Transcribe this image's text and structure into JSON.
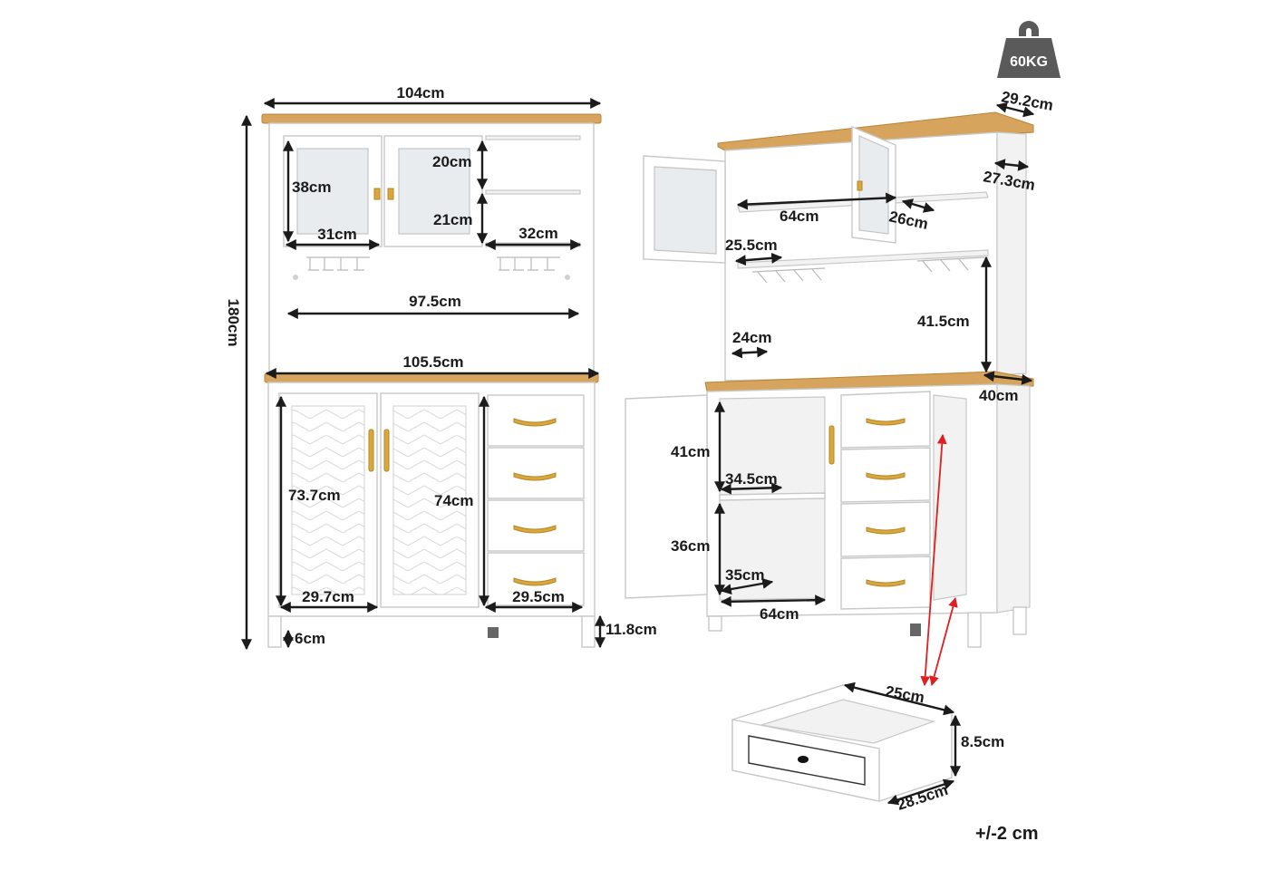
{
  "labels": {
    "weight": "60KG",
    "tolerance": "+/-2 cm",
    "front": {
      "top_width": "104cm",
      "height_total": "180cm",
      "glass_door_height": "38cm",
      "upper_shelf_height": "20cm",
      "lower_shelf_height": "21cm",
      "glass_door_width": "31cm",
      "open_shelf_width": "32cm",
      "hutch_inner_width": "97.5cm",
      "counter_width": "105.5cm",
      "door_height": "73.7cm",
      "drawer_stack_height": "74cm",
      "door_width": "29.7cm",
      "drawer_width": "29.5cm",
      "leg_clearance": "6cm",
      "leg_height": "11.8cm"
    },
    "side": {
      "top_depth": "29.2cm",
      "shelf_depth": "27.3cm",
      "hutch_inner_width": "64cm",
      "shelf_depth_inner": "26cm",
      "rack_depth": "25.5cm",
      "hutch_gap_height": "41.5cm",
      "hutch_gap_depth": "24cm",
      "base_depth": "40cm",
      "cabinet_upper_height": "41cm",
      "cabinet_upper_depth": "34.5cm",
      "cabinet_lower_height": "36cm",
      "cabinet_lower_depth": "35cm",
      "cabinet_width": "64cm"
    },
    "drawer": {
      "inner_width": "25cm",
      "height": "8.5cm",
      "depth": "28.5cm"
    }
  },
  "colors": {
    "wood": "#d6a45c",
    "handle": "#d9a83b",
    "arrow_red": "#e02020",
    "weight_icon": "#5a5a5a"
  },
  "icons": {
    "weight": "kettlebell-weight-icon"
  }
}
